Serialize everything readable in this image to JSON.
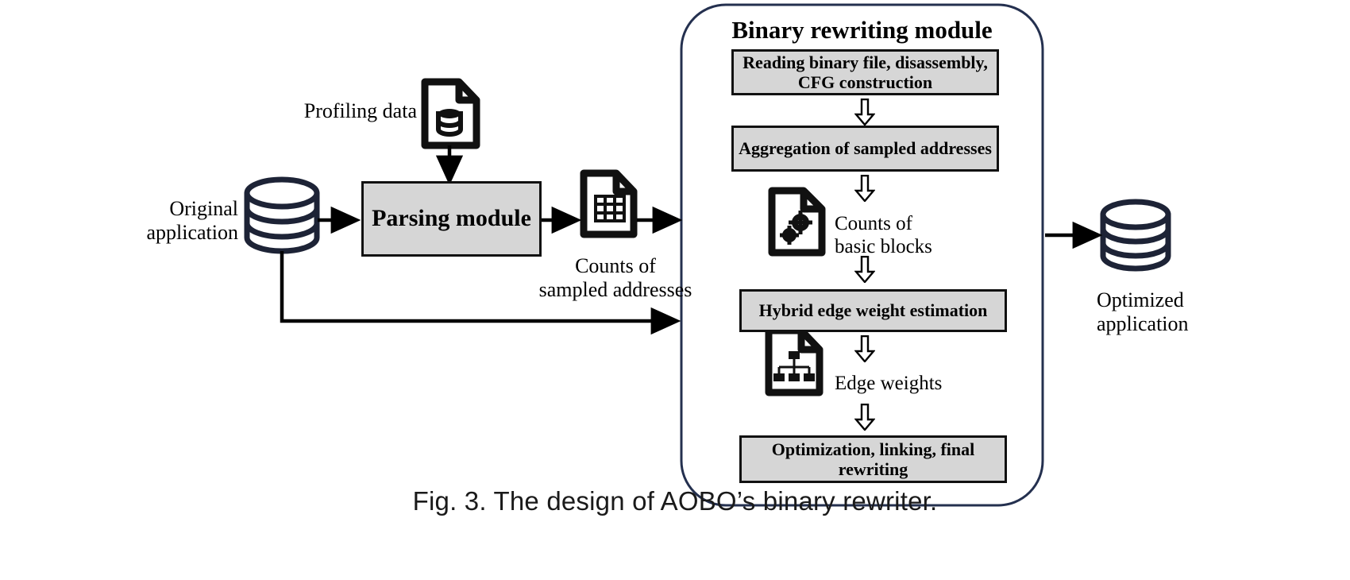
{
  "figure": {
    "caption": "Fig. 3.  The design of AOBO’s binary rewriter."
  },
  "colors": {
    "box_fill": "#d6d6d6",
    "box_border": "#111111",
    "container_border": "#24304f",
    "arrow": "#000000",
    "text": "#000000",
    "caption_text": "#1a1a1a"
  },
  "left_stage": {
    "original_application_label": "Original\napplication",
    "profiling_data_label": "Profiling data",
    "parsing_module_label": "Parsing module",
    "counts_sampled_label": "Counts of\nsampled addresses"
  },
  "module": {
    "title": "Binary rewriting module",
    "steps": [
      {
        "label": "Reading binary file, disassembly, CFG construction"
      },
      {
        "label": "Aggregation of sampled addresses"
      },
      {
        "label": "Hybrid edge weight estimation"
      },
      {
        "label": "Optimization, linking, final rewriting"
      }
    ],
    "artifacts": [
      {
        "label": "Counts of\nbasic blocks",
        "icon": "document-gears-icon"
      },
      {
        "label": "Edge weights",
        "icon": "document-hierarchy-icon"
      }
    ]
  },
  "right_stage": {
    "optimized_application_label": "Optimized\napplication"
  },
  "icons": {
    "database_cylinder": "database-cylinder-icon",
    "document_database": "document-database-icon",
    "document_table": "document-table-icon",
    "document_gears": "document-gears-icon",
    "document_hierarchy": "document-hierarchy-icon",
    "block_arrow_down": "block-arrow-down-icon"
  }
}
